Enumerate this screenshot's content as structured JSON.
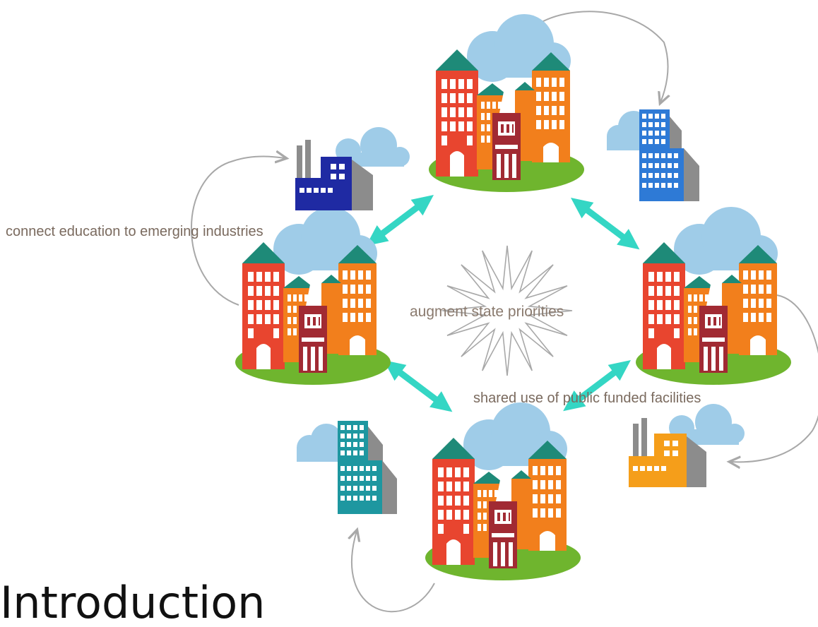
{
  "diagram": {
    "title": "Introduction",
    "center_label": "augment state priorities",
    "labels": {
      "industries": "connect education to emerging industries",
      "facilities": "shared use of public funded facilities"
    },
    "colors": {
      "arrow": "#34d6c4",
      "connector": "#a8a8a8",
      "campus_red": "#e8452f",
      "campus_orange": "#f27f1c",
      "campus_roof": "#1e8a78",
      "chapel": "#a12a33",
      "lawn": "#6fb52e",
      "cloud": "#9fcce8",
      "factory_navy": "#1f2aa3",
      "factory_orange": "#f59e1a",
      "tower_blue": "#2e7ad6",
      "tower_teal": "#1e97a0",
      "shadow": "#8c8c8c"
    }
  }
}
